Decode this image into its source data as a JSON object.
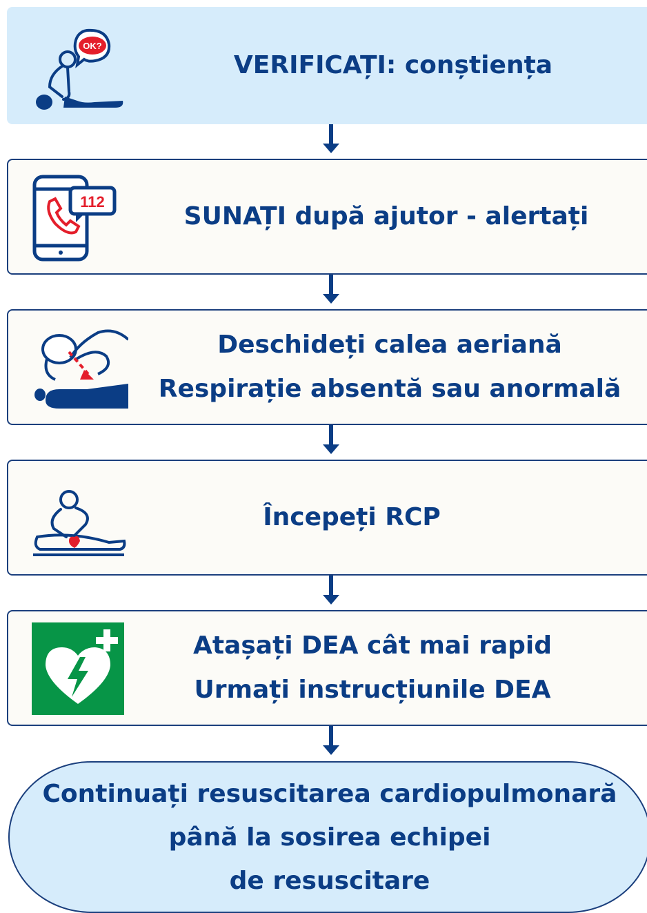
{
  "steps": [
    {
      "lines": [
        "VERIFICAȚI: conștiența"
      ],
      "icon": "check-consciousness-icon",
      "badge": "OK?"
    },
    {
      "lines": [
        "SUNAȚI după ajutor - alertați"
      ],
      "icon": "phone-call-112-icon",
      "badge": "112"
    },
    {
      "lines": [
        "Deschideți calea aeriană",
        "Respirație absentă sau anormală"
      ],
      "icon": "open-airway-icon"
    },
    {
      "lines": [
        "Începeți RCP"
      ],
      "icon": "cpr-icon"
    },
    {
      "lines": [
        "Atașați DEA cât mai rapid",
        "Urmați instrucțiunile DEA"
      ],
      "icon": "aed-icon"
    }
  ],
  "final": {
    "lines": [
      "Continuați resuscitarea cardiopulmonară",
      "până la sosirea echipei",
      "de resuscitare"
    ]
  },
  "colors": {
    "navy": "#0b3d85",
    "border": "#1b3f7d",
    "light_blue": "#d6ecfb",
    "box_bg": "#fcfbf7",
    "red": "#e41e2b",
    "aed_green": "#079547"
  }
}
